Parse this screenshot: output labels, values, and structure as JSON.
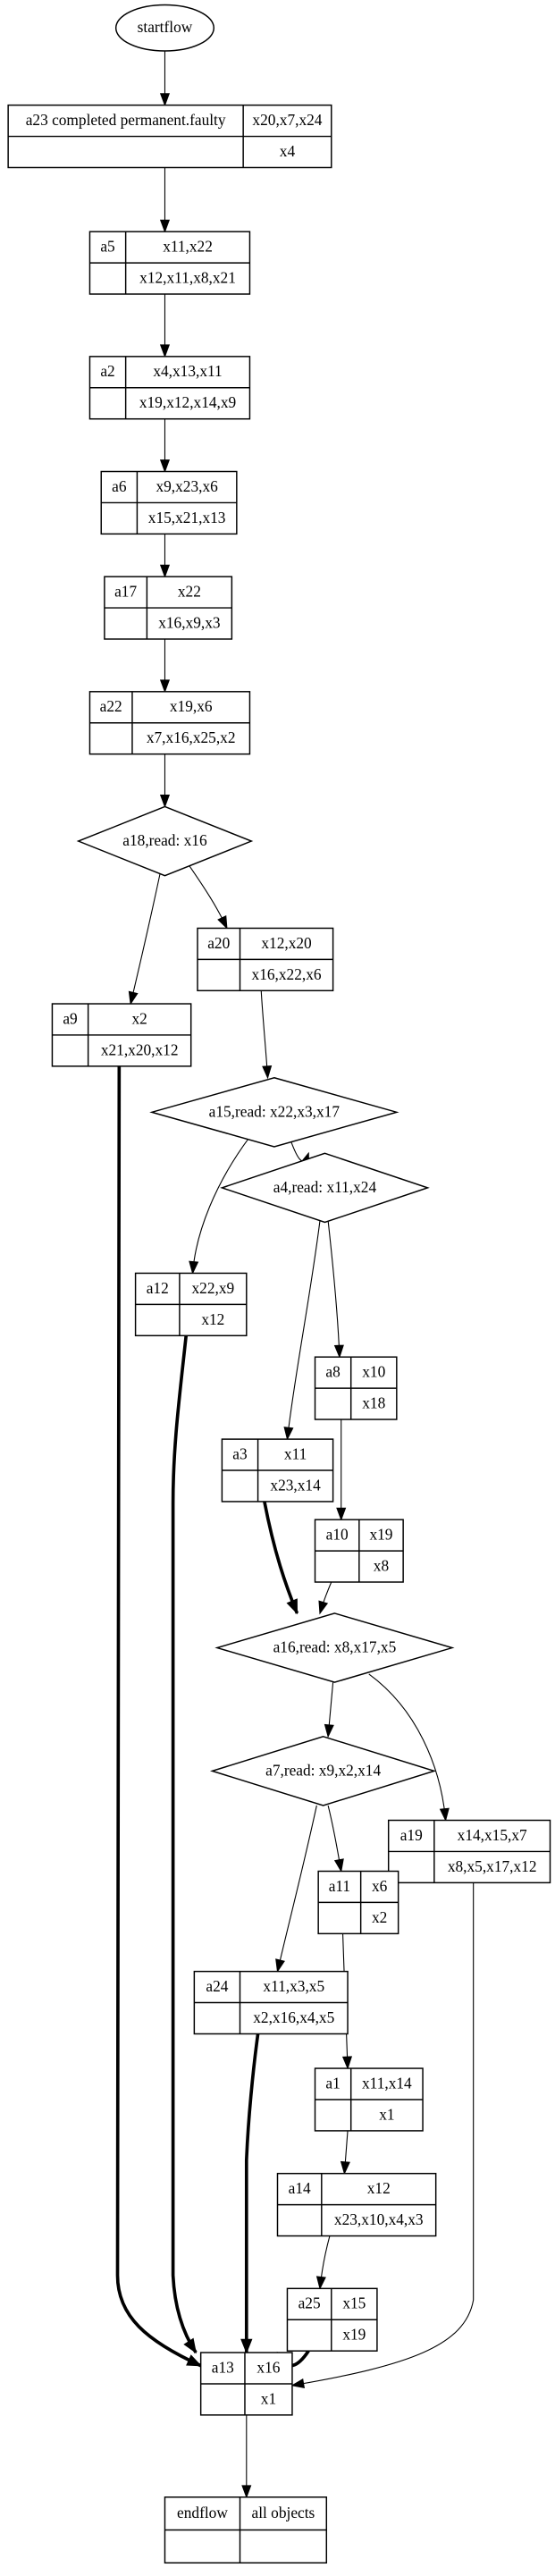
{
  "diagram": {
    "type": "flowchart",
    "start": {
      "id": "startflow",
      "label": "startflow"
    },
    "end": {
      "id": "endflow",
      "label": "endflow",
      "objects": "all objects"
    },
    "nodes": [
      {
        "id": "a23",
        "kind": "activity",
        "label": "a23 completed permanent.faulty",
        "inputs": "x20,x7,x24",
        "outputs": "x4"
      },
      {
        "id": "a5",
        "kind": "activity",
        "label": "a5",
        "inputs": "x11,x22",
        "outputs": "x12,x11,x8,x21"
      },
      {
        "id": "a2",
        "kind": "activity",
        "label": "a2",
        "inputs": "x4,x13,x11",
        "outputs": "x19,x12,x14,x9"
      },
      {
        "id": "a6",
        "kind": "activity",
        "label": "a6",
        "inputs": "x9,x23,x6",
        "outputs": "x15,x21,x13"
      },
      {
        "id": "a17",
        "kind": "activity",
        "label": "a17",
        "inputs": "x22",
        "outputs": "x16,x9,x3"
      },
      {
        "id": "a22",
        "kind": "activity",
        "label": "a22",
        "inputs": "x19,x6",
        "outputs": "x7,x16,x25,x2"
      },
      {
        "id": "a18",
        "kind": "decision",
        "label": "a18,read: x16"
      },
      {
        "id": "a20",
        "kind": "activity",
        "label": "a20",
        "inputs": "x12,x20",
        "outputs": "x16,x22,x6"
      },
      {
        "id": "a9",
        "kind": "activity",
        "label": "a9",
        "inputs": "x2",
        "outputs": "x21,x20,x12"
      },
      {
        "id": "a15",
        "kind": "decision",
        "label": "a15,read: x22,x3,x17"
      },
      {
        "id": "a4",
        "kind": "decision",
        "label": "a4,read: x11,x24"
      },
      {
        "id": "a12",
        "kind": "activity",
        "label": "a12",
        "inputs": "x22,x9",
        "outputs": "x12"
      },
      {
        "id": "a8",
        "kind": "activity",
        "label": "a8",
        "inputs": "x10",
        "outputs": "x18"
      },
      {
        "id": "a3",
        "kind": "activity",
        "label": "a3",
        "inputs": "x11",
        "outputs": "x23,x14"
      },
      {
        "id": "a10",
        "kind": "activity",
        "label": "a10",
        "inputs": "x19",
        "outputs": "x8"
      },
      {
        "id": "a16",
        "kind": "decision",
        "label": "a16,read: x8,x17,x5"
      },
      {
        "id": "a7",
        "kind": "decision",
        "label": "a7,read: x9,x2,x14"
      },
      {
        "id": "a19",
        "kind": "activity",
        "label": "a19",
        "inputs": "x14,x15,x7",
        "outputs": "x8,x5,x17,x12"
      },
      {
        "id": "a11",
        "kind": "activity",
        "label": "a11",
        "inputs": "x6",
        "outputs": "x2"
      },
      {
        "id": "a24",
        "kind": "activity",
        "label": "a24",
        "inputs": "x11,x3,x5",
        "outputs": "x2,x16,x4,x5"
      },
      {
        "id": "a1",
        "kind": "activity",
        "label": "a1",
        "inputs": "x11,x14",
        "outputs": "x1"
      },
      {
        "id": "a14",
        "kind": "activity",
        "label": "a14",
        "inputs": "x12",
        "outputs": "x23,x10,x4,x3"
      },
      {
        "id": "a25",
        "kind": "activity",
        "label": "a25",
        "inputs": "x15",
        "outputs": "x19"
      },
      {
        "id": "a13",
        "kind": "activity",
        "label": "a13",
        "inputs": "x16",
        "outputs": "x1"
      }
    ],
    "edges": [
      {
        "from": "startflow",
        "to": "a23",
        "style": "normal"
      },
      {
        "from": "a23",
        "to": "a5",
        "style": "normal"
      },
      {
        "from": "a5",
        "to": "a2",
        "style": "normal"
      },
      {
        "from": "a2",
        "to": "a6",
        "style": "normal"
      },
      {
        "from": "a6",
        "to": "a17",
        "style": "normal"
      },
      {
        "from": "a17",
        "to": "a22",
        "style": "normal"
      },
      {
        "from": "a22",
        "to": "a18",
        "style": "normal"
      },
      {
        "from": "a18",
        "to": "a9",
        "style": "thin"
      },
      {
        "from": "a18",
        "to": "a20",
        "style": "thin"
      },
      {
        "from": "a20",
        "to": "a15",
        "style": "thin"
      },
      {
        "from": "a15",
        "to": "a12",
        "style": "thin"
      },
      {
        "from": "a15",
        "to": "a4",
        "style": "thin"
      },
      {
        "from": "a4",
        "to": "a3",
        "style": "thin"
      },
      {
        "from": "a4",
        "to": "a8",
        "style": "thin"
      },
      {
        "from": "a8",
        "to": "a10",
        "style": "thin"
      },
      {
        "from": "a3",
        "to": "a16",
        "style": "bold"
      },
      {
        "from": "a10",
        "to": "a16",
        "style": "thin"
      },
      {
        "from": "a16",
        "to": "a7",
        "style": "thin"
      },
      {
        "from": "a16",
        "to": "a19",
        "style": "thin"
      },
      {
        "from": "a7",
        "to": "a24",
        "style": "thin"
      },
      {
        "from": "a7",
        "to": "a11",
        "style": "thin"
      },
      {
        "from": "a11",
        "to": "a1",
        "style": "thin"
      },
      {
        "from": "a1",
        "to": "a14",
        "style": "thin"
      },
      {
        "from": "a14",
        "to": "a25",
        "style": "thin"
      },
      {
        "from": "a9",
        "to": "a13",
        "style": "bold"
      },
      {
        "from": "a12",
        "to": "a13",
        "style": "bold"
      },
      {
        "from": "a24",
        "to": "a13",
        "style": "bold"
      },
      {
        "from": "a25",
        "to": "a13",
        "style": "bold"
      },
      {
        "from": "a19",
        "to": "a13",
        "style": "thin"
      },
      {
        "from": "a13",
        "to": "endflow",
        "style": "normal"
      }
    ]
  }
}
